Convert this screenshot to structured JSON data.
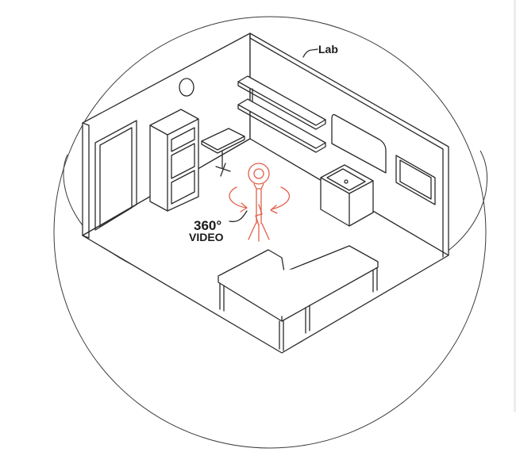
{
  "diagram": {
    "room_label": "Lab",
    "camera_label_line1": "360°",
    "camera_label_line2": "VIDEO",
    "colors": {
      "line": "#2b2b2b",
      "accent": "#e0604a",
      "background": "#ffffff"
    }
  }
}
